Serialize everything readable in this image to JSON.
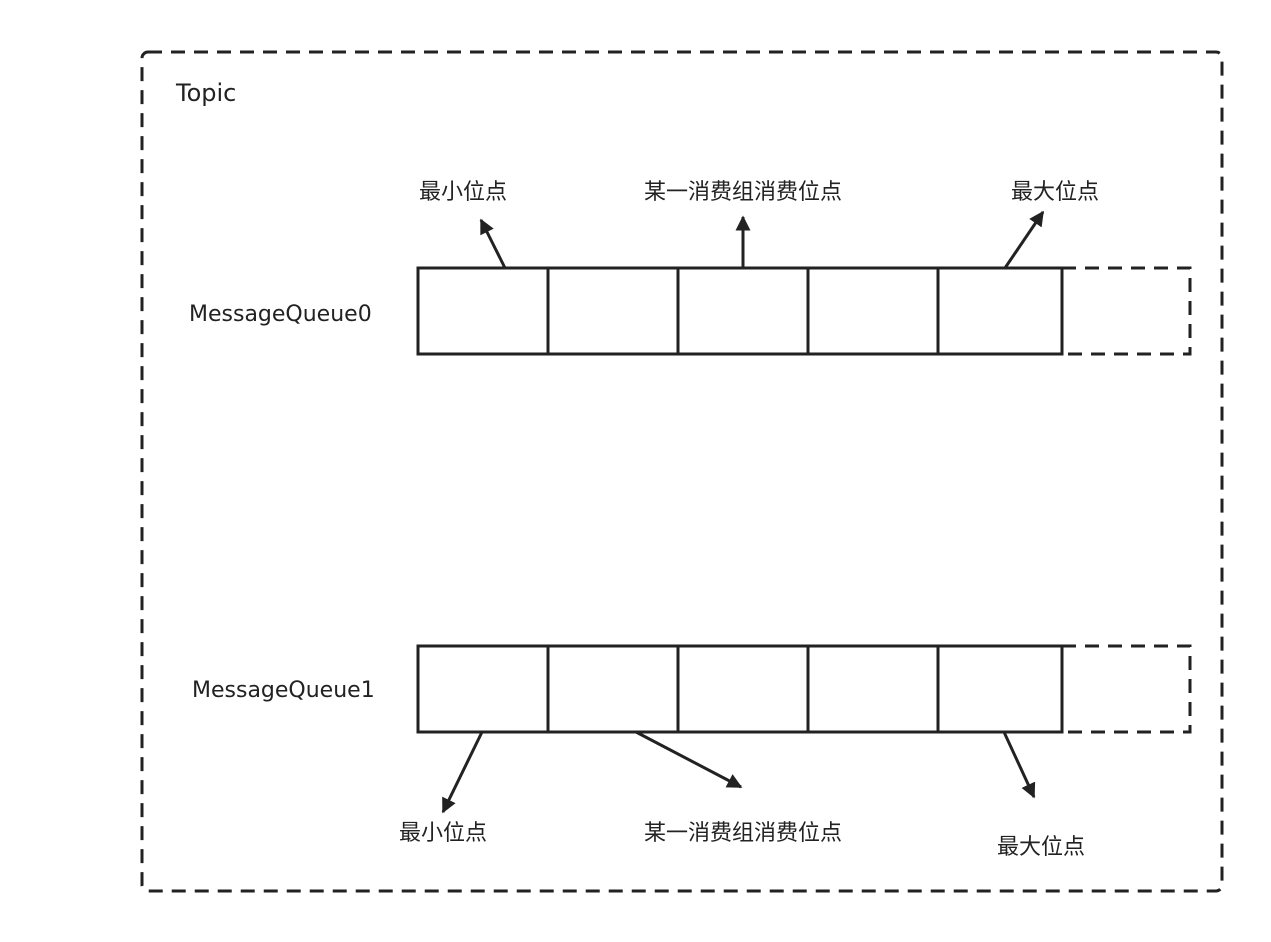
{
  "topic": {
    "label": "Topic"
  },
  "queues": [
    {
      "name": "MessageQueue0",
      "pointers": {
        "min_label": "最小位点",
        "consumer_label": "某一消费组消费位点",
        "max_label": "最大位点"
      }
    },
    {
      "name": "MessageQueue1",
      "pointers": {
        "min_label": "最小位点",
        "consumer_label": "某一消费组消费位点",
        "max_label": "最大位点"
      }
    }
  ],
  "colors": {
    "stroke": "#222222",
    "text": "#222222",
    "background": "#ffffff"
  }
}
